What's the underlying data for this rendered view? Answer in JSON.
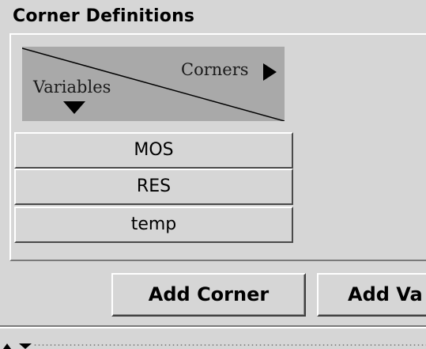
{
  "window": {
    "title": "Corner Definitions"
  },
  "table": {
    "corners_header": "Corners",
    "variables_header": "Variables",
    "variables": [
      "MOS",
      "RES",
      "temp"
    ]
  },
  "buttons": {
    "add_corner": "Add Corner",
    "add_variable": "Add Va"
  },
  "icons": {
    "corners_arrow": "triangle-right-icon",
    "variables_arrow": "triangle-down-icon",
    "splitter_up": "triangle-up-icon",
    "splitter_down": "triangle-down-icon"
  },
  "colors": {
    "background": "#d6d6d6",
    "header_cell": "#a9a9a9"
  }
}
